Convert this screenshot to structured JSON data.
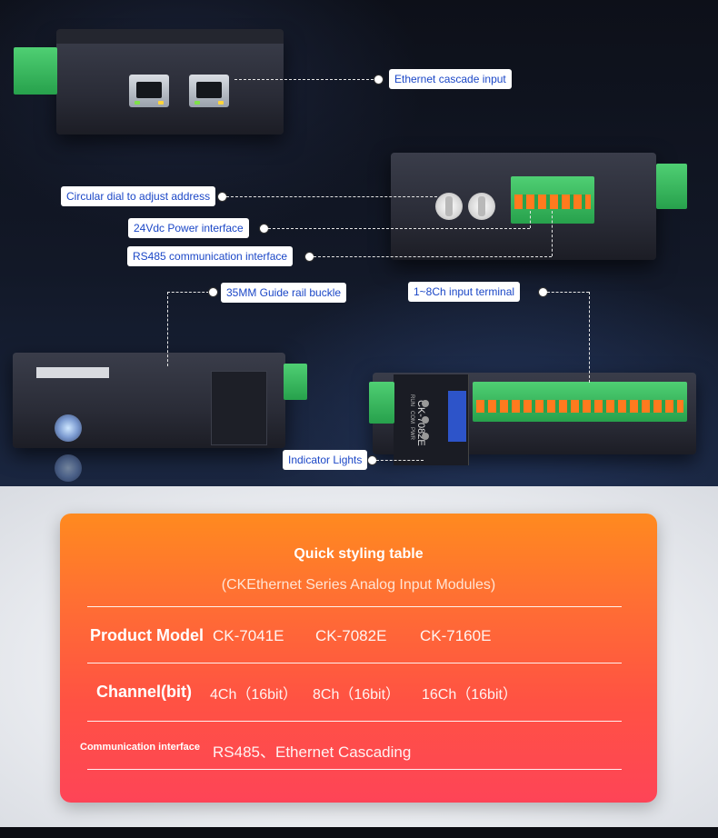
{
  "callouts": {
    "ethernet_cascade_input": "Ethernet cascade input",
    "circular_dial": "Circular dial to adjust address",
    "power_interface": "24Vdc Power interface",
    "rs485_interface": "RS485 communication interface",
    "guide_rail": "35MM Guide rail buckle",
    "input_terminal": "1~8Ch input terminal",
    "indicator_lights": "Indicator Lights"
  },
  "device_labels": {
    "model": "CK-7082E",
    "led_run": "RUN",
    "led_com": "COM",
    "led_pwr": "PWR"
  },
  "colors": {
    "callout_text": "#1b47c7",
    "card_top": "#ff8a1f",
    "card_bottom": "#fe4457",
    "terminal_green": "#2aa14c",
    "terminal_orange": "#ff7a1e"
  },
  "table": {
    "title": "Quick styling table",
    "subtitle": "(CKEthernet Series Analog Input Modules)",
    "rows": [
      {
        "label": "Product Model",
        "values": [
          "CK-7041E",
          "CK-7082E",
          "CK-7160E"
        ]
      },
      {
        "label": "Channel(bit)",
        "values": [
          "4Ch（16bit）",
          "8Ch（16bit）",
          "16Ch（16bit）"
        ]
      },
      {
        "label": "Communication interface",
        "values": [
          "RS485、Ethernet Cascading"
        ]
      }
    ]
  }
}
